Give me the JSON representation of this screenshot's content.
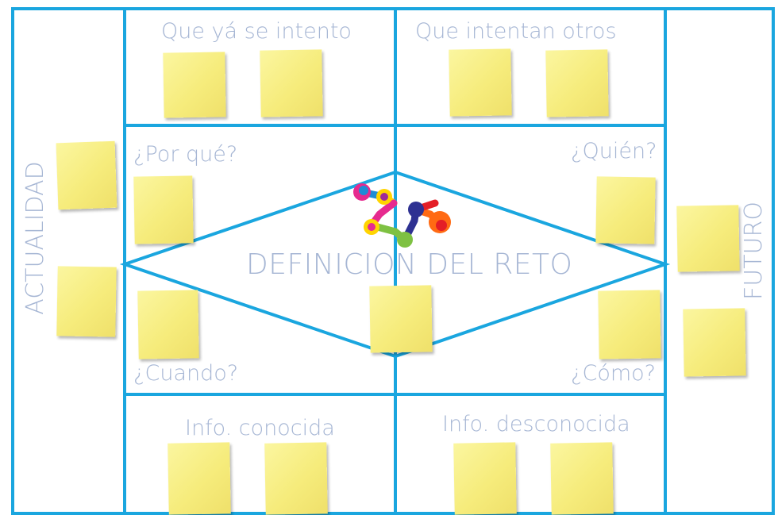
{
  "labels": {
    "top_left": "Que yá se intento",
    "top_right": "Que intentan otros",
    "por_que": "¿Por qué?",
    "quien": "¿Quién?",
    "cuando": "¿Cuando?",
    "como": "¿Cómo?",
    "center": "DEFINICION DEL RETO",
    "bottom_left": "Info. conocida",
    "bottom_right": "Info. desconocida",
    "left": "ACTUALIDAD",
    "right": "FUTURO"
  },
  "colors": {
    "frame_line": "#1aa6df",
    "label_text": "#a6b6d4",
    "sticky_note": "#f6ec7c"
  },
  "logo": {
    "name": "molecule-logo-icon"
  }
}
